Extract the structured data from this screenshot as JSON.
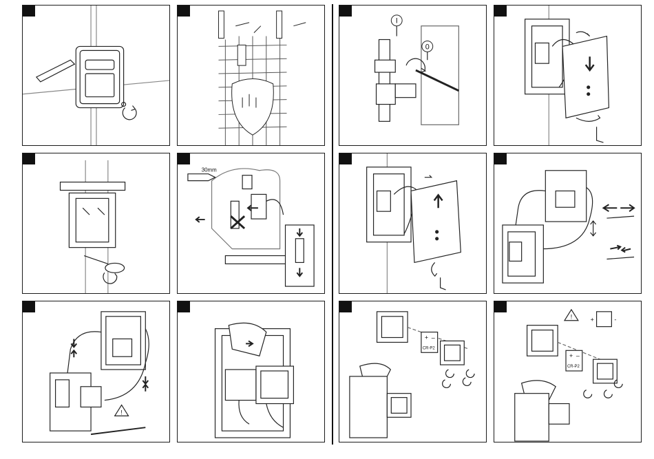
{
  "panels": [
    {
      "id": "step-1",
      "texts": []
    },
    {
      "id": "step-2",
      "texts": []
    },
    {
      "id": "step-3",
      "texts": [
        "I",
        "0"
      ]
    },
    {
      "id": "step-4",
      "texts": []
    },
    {
      "id": "step-5",
      "texts": []
    },
    {
      "id": "step-6",
      "texts": [
        "30mm"
      ]
    },
    {
      "id": "step-7",
      "texts": []
    },
    {
      "id": "step-8",
      "texts": []
    },
    {
      "id": "step-9",
      "texts": []
    },
    {
      "id": "step-10",
      "texts": []
    },
    {
      "id": "step-11",
      "texts": [
        "+",
        "–",
        "CR-P2"
      ]
    },
    {
      "id": "step-12",
      "texts": [
        "+",
        "–",
        "CR-P2",
        "+",
        "-"
      ]
    }
  ],
  "icons": [
    "warning-triangle-icon",
    "rotate-arrow-icon",
    "direction-arrow-icon",
    "no-cross-icon",
    "battery-icon"
  ]
}
